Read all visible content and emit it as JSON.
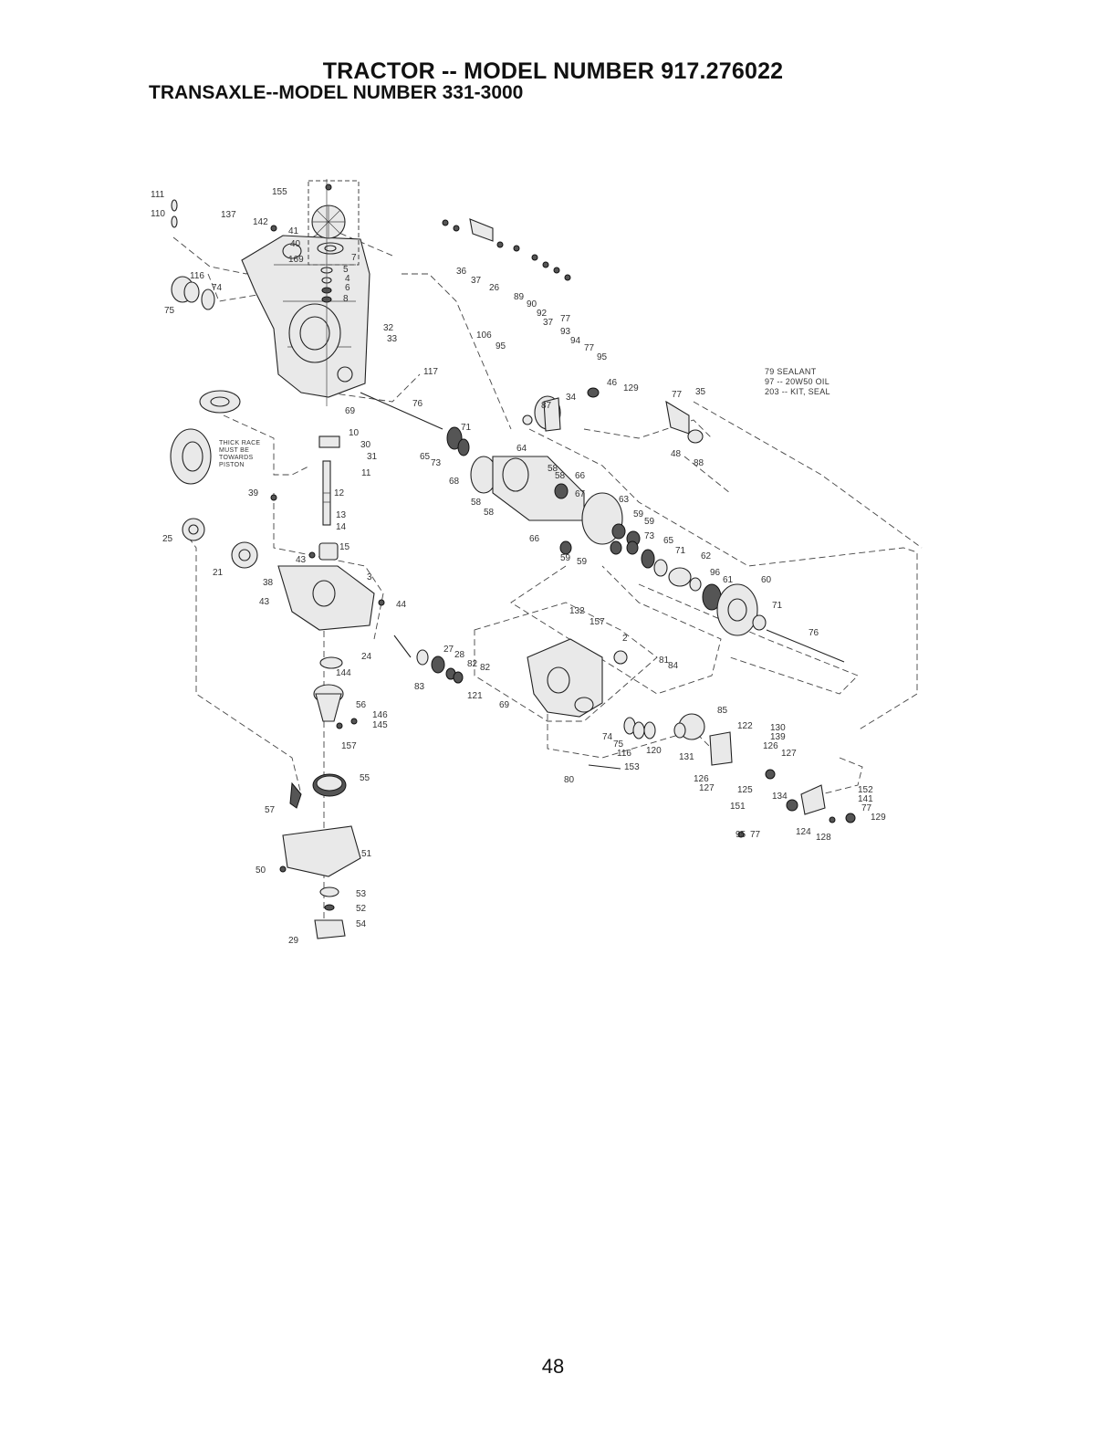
{
  "header": {
    "title": "TRACTOR -- MODEL NUMBER 917.276022",
    "subtitle": "TRANSAXLE--MODEL NUMBER 331-3000"
  },
  "notes": [
    "79 SEALANT",
    "97 -- 20W50 OIL",
    "203 -- KIT, SEAL"
  ],
  "callout": [
    "THICK RACE",
    "MUST BE",
    "TOWARDS",
    "PISTON"
  ],
  "page_number": "48",
  "colors": {
    "ink": "#222222",
    "paper": "#ffffff"
  },
  "part_labels": [
    "111",
    "110",
    "137",
    "142",
    "41",
    "40",
    "155",
    "169",
    "7",
    "5",
    "4",
    "6",
    "8",
    "116",
    "74",
    "75",
    "36",
    "37",
    "26",
    "89",
    "90",
    "92",
    "37",
    "77",
    "106",
    "95",
    "93",
    "94",
    "77",
    "95",
    "32",
    "33",
    "117",
    "76",
    "69",
    "10",
    "30",
    "31",
    "11",
    "71",
    "65",
    "73",
    "64",
    "68",
    "46",
    "87",
    "34",
    "129",
    "77",
    "35",
    "48",
    "88",
    "12",
    "13",
    "14",
    "15",
    "39",
    "58",
    "58",
    "66",
    "58",
    "67",
    "58",
    "63",
    "59",
    "59",
    "66",
    "73",
    "65",
    "59",
    "59",
    "71",
    "62",
    "25",
    "21",
    "43",
    "38",
    "3",
    "43",
    "44",
    "96",
    "61",
    "60",
    "71",
    "76",
    "132",
    "157",
    "2",
    "24",
    "27",
    "28",
    "82",
    "82",
    "81",
    "84",
    "144",
    "83",
    "121",
    "69",
    "56",
    "146",
    "145",
    "85",
    "122",
    "130",
    "139",
    "126",
    "127",
    "157",
    "74",
    "75",
    "116",
    "120",
    "131",
    "55",
    "153",
    "126",
    "127",
    "125",
    "80",
    "134",
    "152",
    "141",
    "77",
    "129",
    "151",
    "57",
    "95",
    "77",
    "124",
    "128",
    "51",
    "50",
    "53",
    "52",
    "54",
    "29"
  ]
}
